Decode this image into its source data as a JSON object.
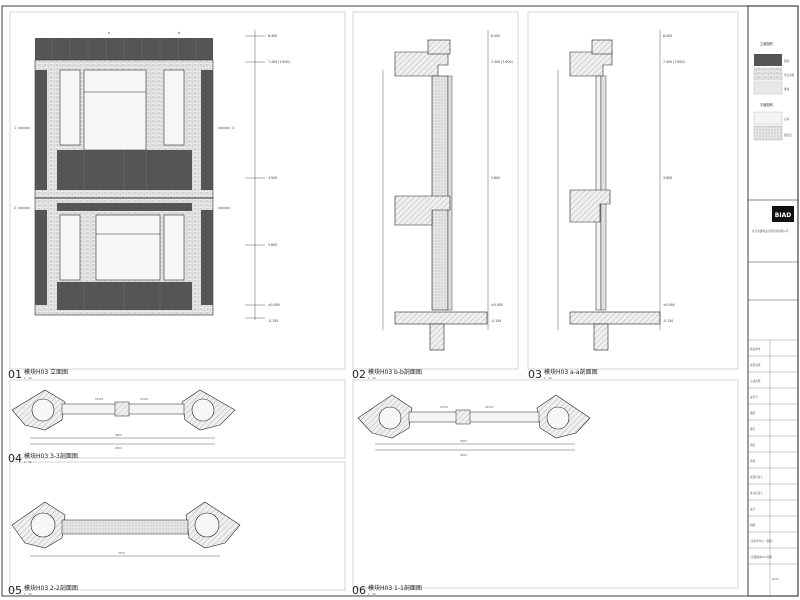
{
  "sheet": {
    "drawings": [
      {
        "num": "01",
        "title": "模块H03  立面图",
        "scale": "1 : 30"
      },
      {
        "num": "02",
        "title": "模块H03  b-b剖面图",
        "scale": "1 : 30"
      },
      {
        "num": "03",
        "title": "模块H03  a-a剖面图",
        "scale": "1 : 30"
      },
      {
        "num": "04",
        "title": "模块H03  3-3剖面图",
        "scale": "1 : 30"
      },
      {
        "num": "05",
        "title": "模块H03  2-2剖面图",
        "scale": "1 : 30"
      },
      {
        "num": "06",
        "title": "模块H03  1-1剖面图",
        "scale": "1 : 30"
      }
    ],
    "elevation_marks": [
      "8.400",
      "7.400 (7.600)",
      "4.500",
      "3.600",
      "±0.000",
      "-0.150"
    ],
    "section_marks": {
      "b_b": [
        "8.400",
        "7.400 (7.600)",
        "3.600",
        "±0.000",
        "-0.150"
      ],
      "a_a": [
        "8.400",
        "7.400 (7.600)",
        "3.600",
        "±0.000",
        "-0.150"
      ]
    },
    "dims": {
      "plan_3_3": [
        "C0721",
        "C0721",
        "3600",
        "4500"
      ],
      "plan_2_2": [
        "3750"
      ],
      "plan_1_1": [
        "C0721",
        "C0721",
        "3600",
        "4500"
      ]
    },
    "cut_labels": [
      "1",
      "2",
      "3",
      "a",
      "b"
    ]
  },
  "legend": {
    "heading_1": "立面图例",
    "heading_2": "平面图例",
    "items": [
      {
        "label": "面砖",
        "color": "#555555"
      },
      {
        "label": "仿石涂料",
        "color": "#c8c8c8"
      },
      {
        "label": "玻璃",
        "color": "#e8e8e8"
      },
      {
        "label": "石材",
        "color": "#dcdcdc"
      },
      {
        "label": "保温层",
        "color": "#bbbbbb"
      }
    ]
  },
  "title_block": {
    "logo": "BIAD",
    "company": "北京市建筑设计研究院有限公司",
    "rows": [
      "建设单位",
      "项目名称",
      "子项名称",
      "设计号",
      "图别",
      "图号",
      "审定",
      "审核",
      "项目负责人",
      "专业负责人",
      "设计",
      "制图"
    ],
    "project": "某科学中心（新建）",
    "drawing_name": "立面模块H03详图",
    "sheet_no": "JS-03"
  }
}
